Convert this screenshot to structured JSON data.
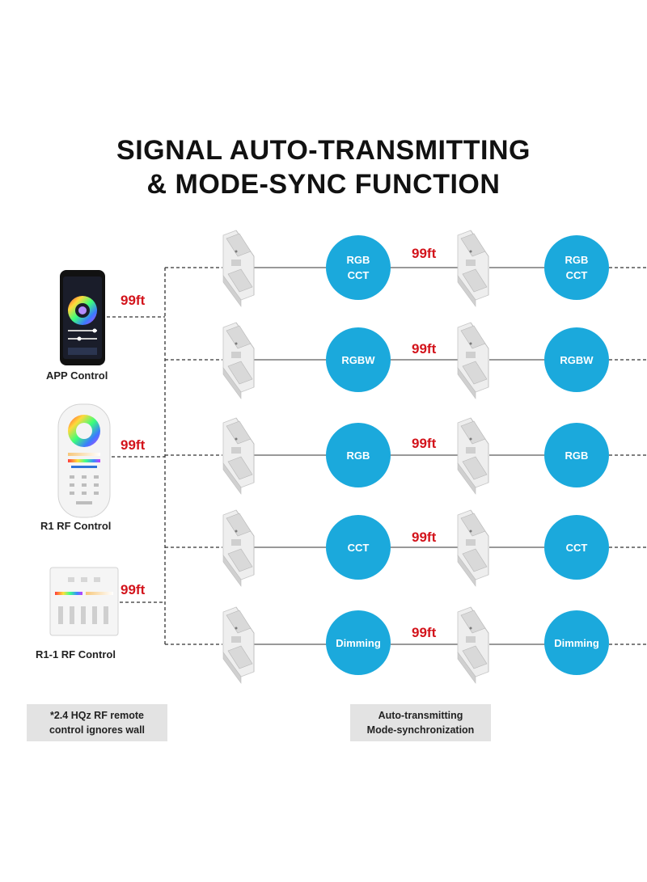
{
  "title": {
    "line1": "SIGNAL AUTO-TRANSMITTING",
    "line2": "& MODE-SYNC FUNCTION"
  },
  "controls": [
    {
      "label": "APP Control",
      "distance": "99ft",
      "icon": "smartphone-app-icon"
    },
    {
      "label": "R1 RF Control",
      "distance": "99ft",
      "icon": "rf-remote-icon"
    },
    {
      "label": "R1-1 RF Control",
      "distance": "99ft",
      "icon": "wall-panel-icon"
    }
  ],
  "rows": [
    {
      "mode_lines": [
        "RGB",
        "CCT"
      ],
      "distance": "99ft"
    },
    {
      "mode_lines": [
        "RGBW"
      ],
      "distance": "99ft"
    },
    {
      "mode_lines": [
        "RGB"
      ],
      "distance": "99ft"
    },
    {
      "mode_lines": [
        "CCT"
      ],
      "distance": "99ft"
    },
    {
      "mode_lines": [
        "Dimming"
      ],
      "distance": "99ft"
    }
  ],
  "notes": {
    "left": [
      "*2.4 HQz RF remote",
      "control ignores wall"
    ],
    "right": [
      "Auto-transmitting",
      "Mode-synchronization"
    ]
  },
  "colors": {
    "accent_circle": "#1ba9dc",
    "distance_text": "#d3141c"
  }
}
